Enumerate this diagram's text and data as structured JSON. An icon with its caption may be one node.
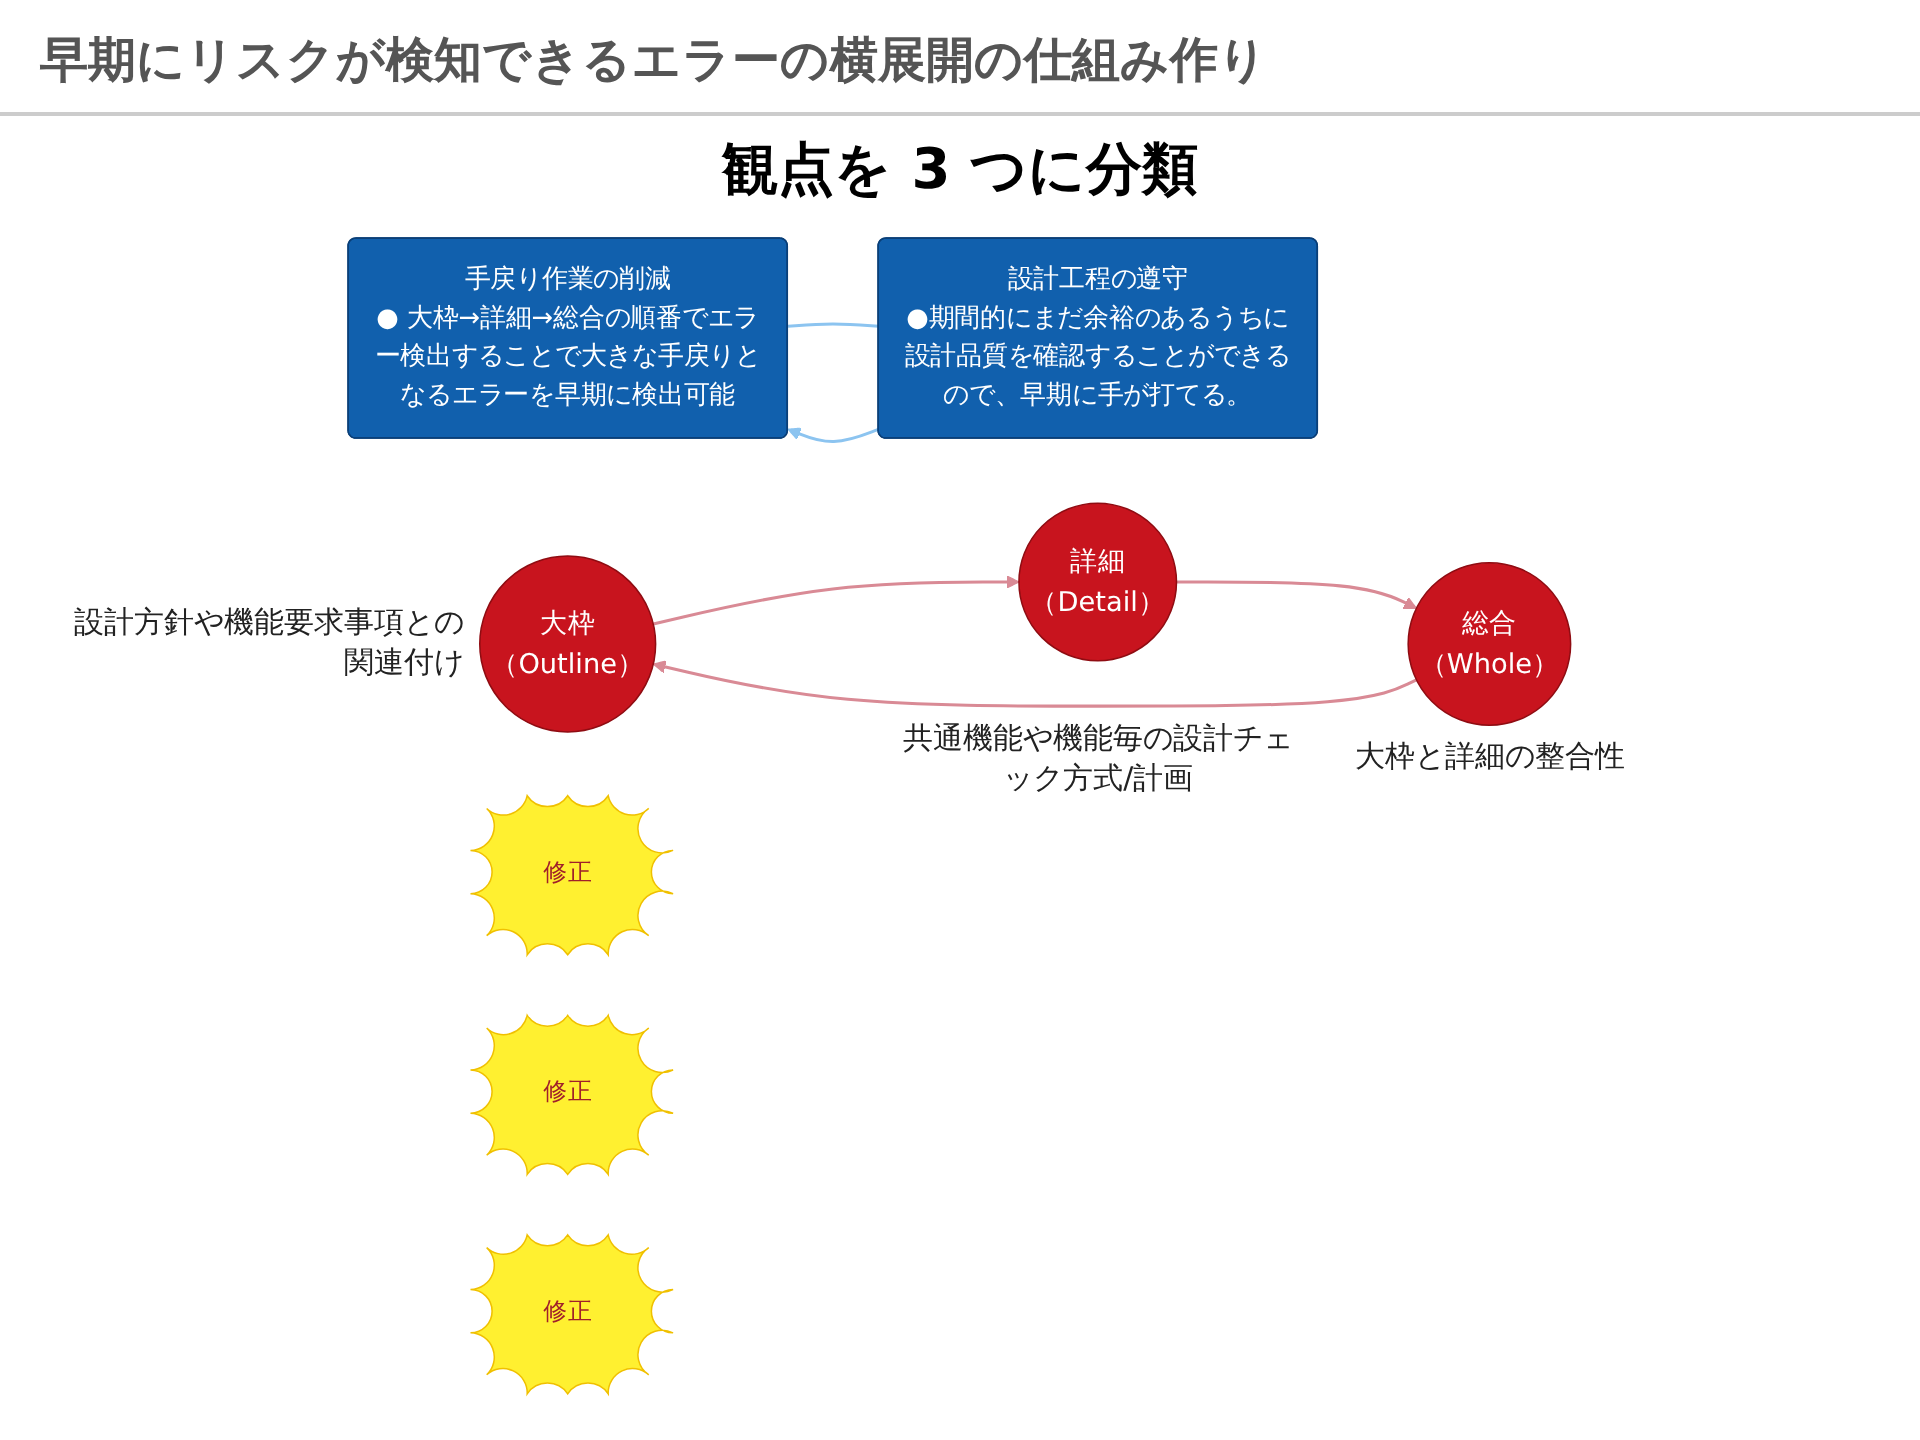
{
  "diagram": {
    "title": "早期にリスクが検知できるエラーの横展開の仕組み作り",
    "nodes": [
      {
        "text": [
          "手戻り作業の削減",
          "● 大枠→詳細→総合の順番でエラー検出することで大きな手戻りとなるエラーを早期に検出可能"
        ]
      },
      {
        "text": [
          "設計工程の遵守",
          "●期間的にまだ余裕のあるうちに設計品質を確認することができるので、早期に手が打てる。"
        ]
      },
      {
        "text": [
          "大枠",
          "（Outline）"
        ],
        "beside": [
          "設計方針や機能要求事項との関連付け"
        ]
      },
      {
        "text": [
          "詳細",
          "（Detail）"
        ],
        "beside": [
          "共通機能や機能毎の設計チェック方式/計画"
        ]
      },
      {
        "text": [
          "総合",
          "（Whole）"
        ],
        "beside": [
          "大枠と詳細の整合性"
        ]
      },
      {
        "text": [
          "修正"
        ]
      },
      {
        "text": [
          "修正"
        ]
      },
      {
        "text": [
          "修正"
        ]
      }
    ],
    "edges": [
      {
        "from": 0,
        "to": 1,
        "arrow": "none",
        "color": "#8cc4f0"
      },
      {
        "from": 1,
        "to": 0,
        "arrow": "to",
        "color": "#8cc4f0"
      },
      {
        "from": 2,
        "to": 3,
        "arrow": "to"
      },
      {
        "from": 3,
        "to": 4,
        "arrow": "to"
      },
      {
        "from": 4,
        "to": 2,
        "arrow": "to"
      }
    ],
    "labels": [
      "観点を 3 つに分類"
    ]
  }
}
